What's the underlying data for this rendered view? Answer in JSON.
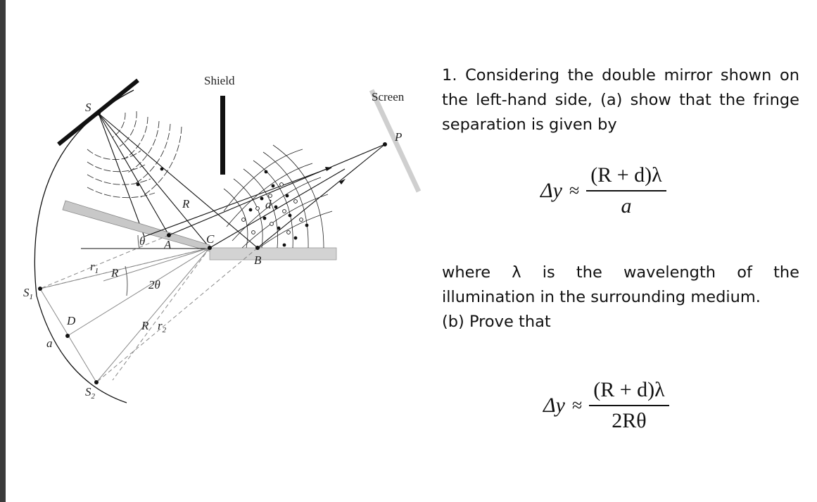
{
  "diagram": {
    "labels": {
      "shield": "Shield",
      "screen": "Screen",
      "s": "S",
      "s1": "S",
      "s1_sub": "1",
      "s2": "S",
      "s2_sub": "2",
      "p": "P",
      "r_upper": "R",
      "theta": "θ",
      "a_point": "A",
      "c_point": "C",
      "b_point": "B",
      "d_fringe": "d",
      "r1": "r",
      "r1_sub": "1",
      "r_left": "R",
      "two_theta": "2θ",
      "d_point": "D",
      "a_sep": "a",
      "r_lower": "R",
      "r2": "r",
      "r2_sub": "2"
    }
  },
  "problem": {
    "intro": "1. Considering the double mirror shown on the left-hand side, (a) show that the fringe separation is given by",
    "where_line": "where λ is the wavelength of the",
    "medium_line": "illumination in the surrounding medium.",
    "part_b": "(b) Prove that",
    "eq1": {
      "lhs": "Δy",
      "approx": "≈",
      "numerator": "(R + d)λ",
      "denominator": "a"
    },
    "eq2": {
      "lhs": "Δy",
      "approx": "≈",
      "numerator": "(R + d)λ",
      "denominator": "2Rθ"
    }
  }
}
